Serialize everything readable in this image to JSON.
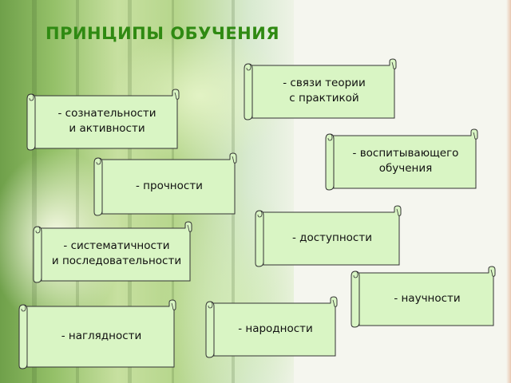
{
  "title": "ПРИНЦИПЫ ОБУЧЕНИЯ",
  "principles": [
    "- связи теории\nс практикой",
    "- сознательности\nи активности",
    "- воспитывающего\nобучения",
    "- прочности",
    "- доступности",
    "- систематичности\nи последовательности",
    "- научности",
    "- народности",
    "- наглядности"
  ],
  "colors": {
    "title": "#2f8a12",
    "scroll_fill": "#d9f5c4",
    "scroll_stroke": "#333333"
  }
}
